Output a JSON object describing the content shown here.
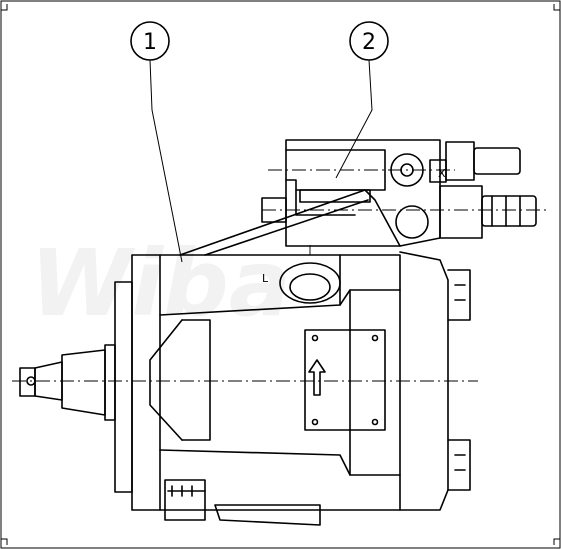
{
  "callouts": [
    {
      "id": "1",
      "label": "1"
    },
    {
      "id": "2",
      "label": "2"
    }
  ],
  "port_label": "L",
  "watermark": "Wiba",
  "colors": {
    "line": "#000000",
    "background": "#ffffff",
    "watermark": "#f2f2f2"
  }
}
